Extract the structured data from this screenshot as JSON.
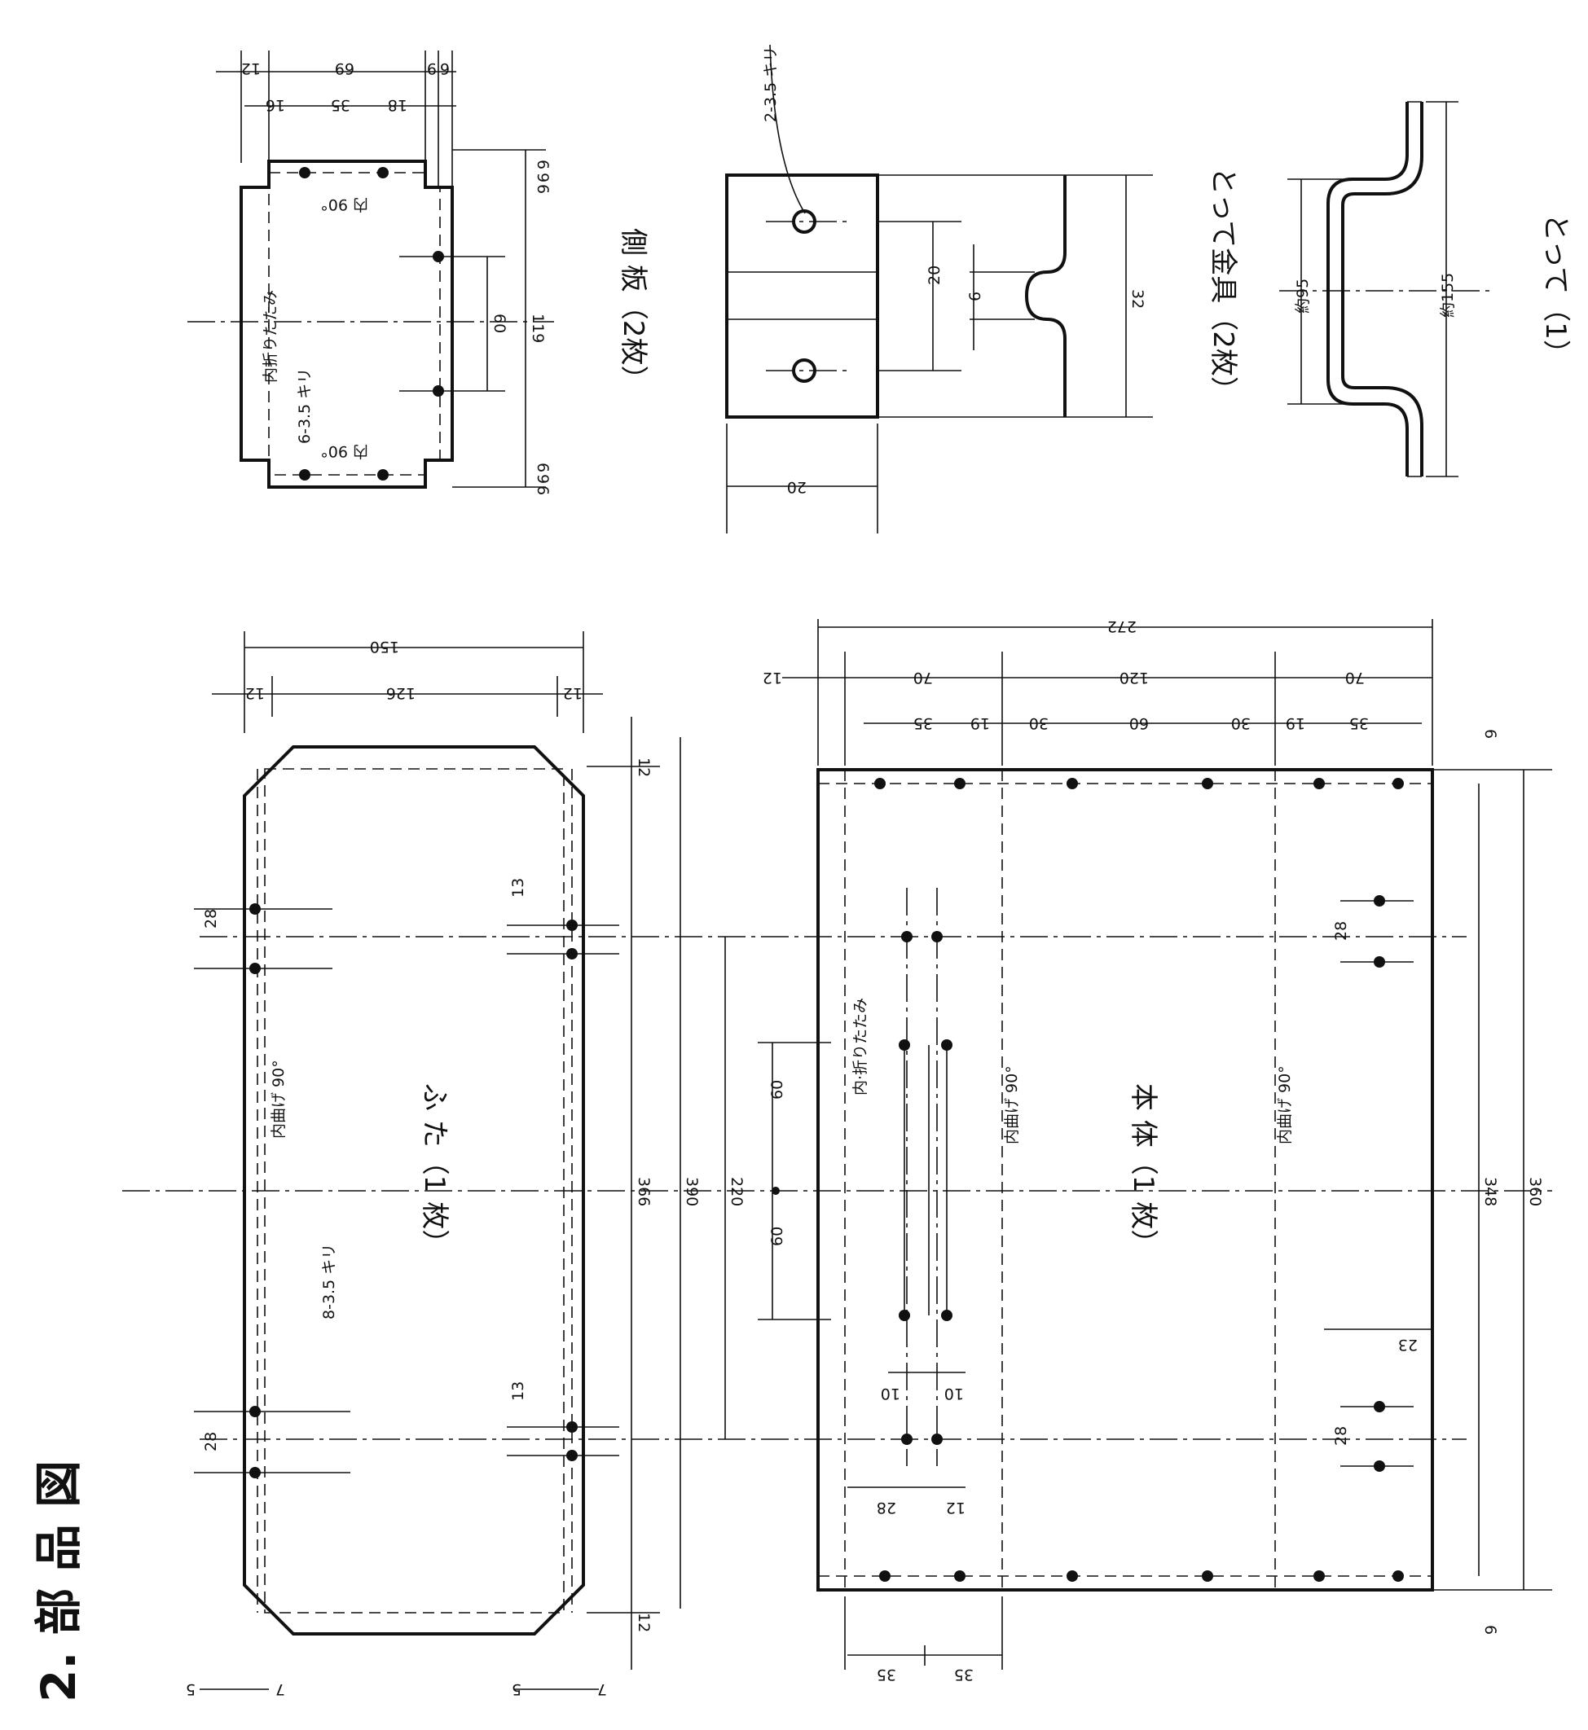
{
  "title": "2. 部 品 図",
  "parts": {
    "lid": {
      "label": "ふ た（1 枚）",
      "holes": "8-3.5 キリ",
      "bend": "内曲げ 90°"
    },
    "body": {
      "label": "本 体（1 枚）",
      "fold": "内·折りたたみ",
      "bend1": "内曲げ 90°",
      "bend2": "内曲げ 90°"
    },
    "bracket_top": {
      "fold": "内折りたたみ",
      "holes": "6-3.5 キリ",
      "bend_a": "内 90°",
      "bend_b": "内 90°"
    },
    "side_plate": {
      "label": "側 板（2枚）",
      "holes": "2-3.5 キリ"
    },
    "handle_fitting": {
      "label": "とって金具（2枚）"
    },
    "handle": {
      "label": "とって（1）",
      "dim_a": "約95",
      "dim_b": "約155"
    }
  },
  "dims": {
    "lid_150": "150",
    "lid_126": "126",
    "lid_12a": "12",
    "lid_12b": "12",
    "lid_12c": "12",
    "lid_12d": "12",
    "lid_366": "366",
    "lid_390": "390",
    "lid_220": "220",
    "lid_28a": "28",
    "lid_28b": "28",
    "lid_13a": "13",
    "lid_13b": "13",
    "lid_60a": "60",
    "lid_60b": "60",
    "lid_5a": "5",
    "lid_7a": "7",
    "lid_5b": "5",
    "lid_7b": "7",
    "body_272": "272",
    "body_12": "12",
    "body_70a": "70",
    "body_120": "120",
    "body_70b": "70",
    "body_35a": "35",
    "body_19a": "19",
    "body_30a": "30",
    "body_60": "60",
    "body_30b": "30",
    "body_19b": "19",
    "body_35b": "35",
    "body_6a": "6",
    "body_6b": "6",
    "body_348": "348",
    "body_360": "360",
    "body_28a": "28",
    "body_28b": "28",
    "body_23": "23",
    "body_10a": "10",
    "body_10b": "10",
    "body_28c": "28",
    "body_12b": "12",
    "body_35c": "35",
    "body_35d": "35",
    "br_12": "12",
    "br_69": "69",
    "br_9a": "9",
    "br_6a": "6",
    "br_16": "16",
    "br_35": "35",
    "br_18": "18",
    "br_60": "60",
    "br_119": "119",
    "br_6b": "6",
    "br_9b": "9",
    "br_6c": "6",
    "br_6d": "6",
    "br_9c": "9",
    "br_6e": "6",
    "sp_20": "20",
    "sp_20b": "20",
    "sp_6": "6",
    "sp_32": "32"
  }
}
